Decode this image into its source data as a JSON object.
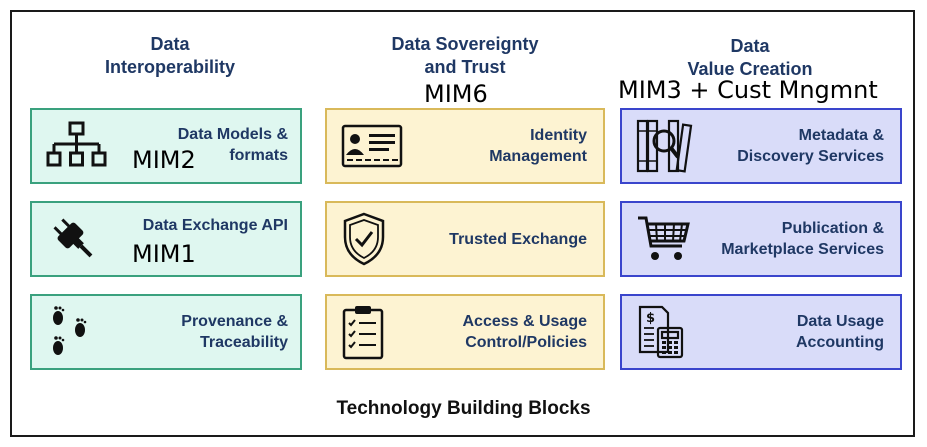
{
  "columns": [
    {
      "title_line1": "Data",
      "title_line2": "Interoperability",
      "annotation": ""
    },
    {
      "title_line1": "Data Sovereignty",
      "title_line2": "and Trust",
      "annotation": "MIM6"
    },
    {
      "title_line1": "Data",
      "title_line2": "Value Creation",
      "annotation": "MIM3 + Cust Mngmnt"
    }
  ],
  "blocks": {
    "data_models": {
      "line1": "Data Models &",
      "line2": "formats",
      "annotation": "MIM2",
      "icon": "hierarchy-icon"
    },
    "data_exchange": {
      "line1": "Data Exchange API",
      "annotation": "MIM1",
      "icon": "plug-icon"
    },
    "provenance": {
      "line1": "Provenance &",
      "line2": "Traceability",
      "icon": "footprints-icon"
    },
    "identity": {
      "line1": "Identity",
      "line2": "Management",
      "icon": "id-card-icon"
    },
    "trusted_exchange": {
      "line1": "Trusted Exchange",
      "icon": "shield-check-icon"
    },
    "access_usage": {
      "line1": "Access & Usage",
      "line2": "Control/Policies",
      "icon": "clipboard-checklist-icon"
    },
    "metadata": {
      "line1": "Metadata &",
      "line2": "Discovery Services",
      "icon": "books-magnifier-icon"
    },
    "publication": {
      "line1": "Publication &",
      "line2": "Marketplace Services",
      "icon": "shopping-cart-icon"
    },
    "usage_accounting": {
      "line1": "Data Usage",
      "line2": "Accounting",
      "icon": "invoice-calculator-icon"
    }
  },
  "footer": "Technology Building Blocks",
  "colors": {
    "green_fill": "#dff7f0",
    "green_border": "#3aa17e",
    "yellow_fill": "#fdf3d2",
    "yellow_border": "#d9b95a",
    "blue_fill": "#d9dcf9",
    "blue_border": "#3a45cc",
    "title_text": "#1f3864"
  }
}
